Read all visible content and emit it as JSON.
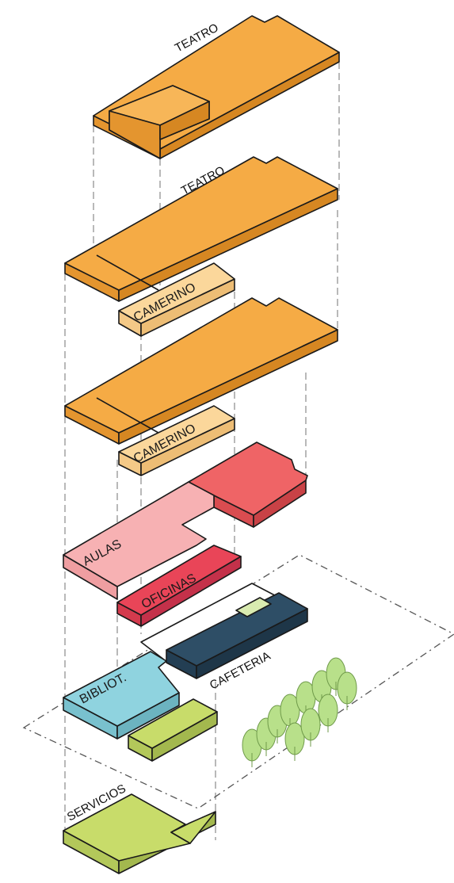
{
  "labels": {
    "teatro_top": "TEATRO",
    "teatro_mid": "TEATRO",
    "camerino_1": "CAMERINO",
    "camerino_2": "CAMERINO",
    "aulas": "AULAS",
    "oficinas": "OFICINAS",
    "bibliot": "BIBLIOT.",
    "cafeteria": "CAFETERIA",
    "servicios": "SERVICIOS"
  },
  "colors": {
    "teatro": "#f5ab45",
    "camerino": "#fbd79b",
    "aulas": "#f7b1b3",
    "aulas_upper": "#ef6466",
    "oficinas": "#e94558",
    "bibliot": "#8fd3df",
    "cafeteria": "#2e4e66",
    "servicios": "#c8dc6a",
    "trees": "#b8e08a"
  }
}
